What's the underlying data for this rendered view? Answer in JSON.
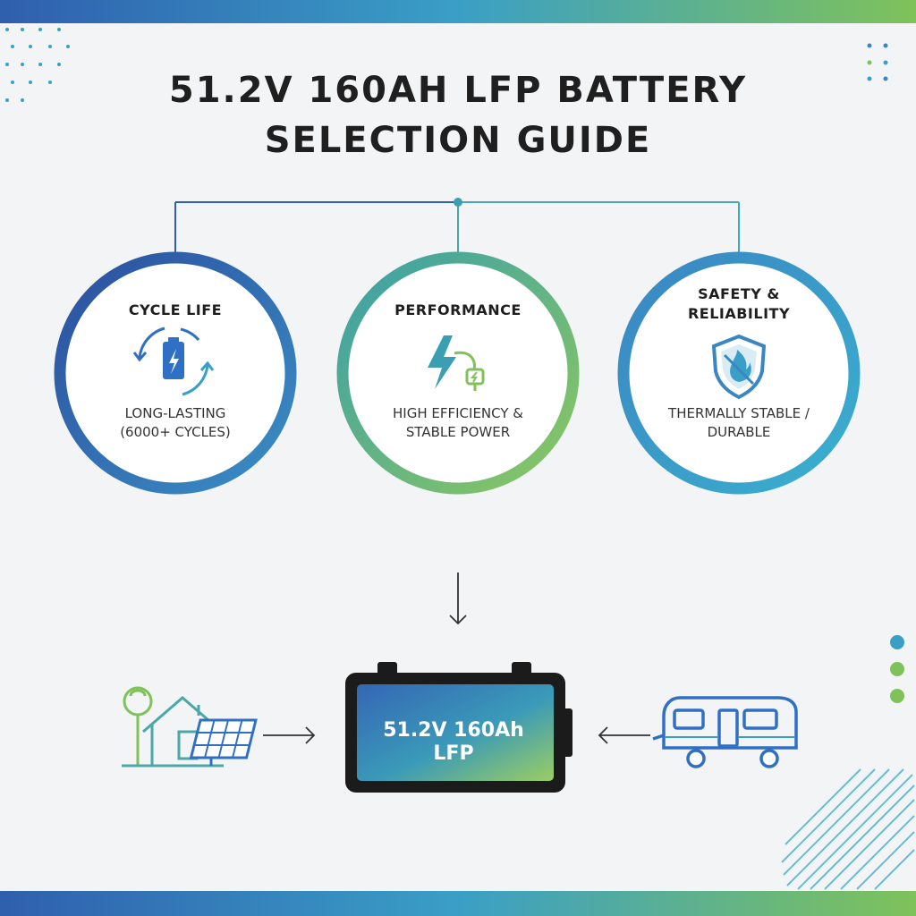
{
  "title": {
    "line1": "51.2V 160Ah LFP BATTERY",
    "line2": "SELECTION GUIDE"
  },
  "cards": [
    {
      "heading": "CYCLE LIFE",
      "icon": "battery-cycle-icon",
      "desc_line1": "LONG-LASTING",
      "desc_line2": "(6000+ CYCLES)"
    },
    {
      "heading": "PERFORMANCE",
      "icon": "lightning-plug-icon",
      "desc_line1": "HIGH EFFICIENCY &",
      "desc_line2": "STABLE POWER"
    },
    {
      "heading_line1": "SAFETY &",
      "heading_line2": "RELIABILITY",
      "icon": "fire-shield-icon",
      "desc_line1": "THERMALLY STABLE /",
      "desc_line2": "DURABLE"
    }
  ],
  "battery": {
    "line1": "51.2V 160Ah",
    "line2": "LFP"
  },
  "applications": {
    "left_icon": "home-solar-icon",
    "right_icon": "rv-camper-icon"
  },
  "colors": {
    "blue": "#2f5fae",
    "teal": "#3a9fc6",
    "green": "#7fc25a"
  }
}
